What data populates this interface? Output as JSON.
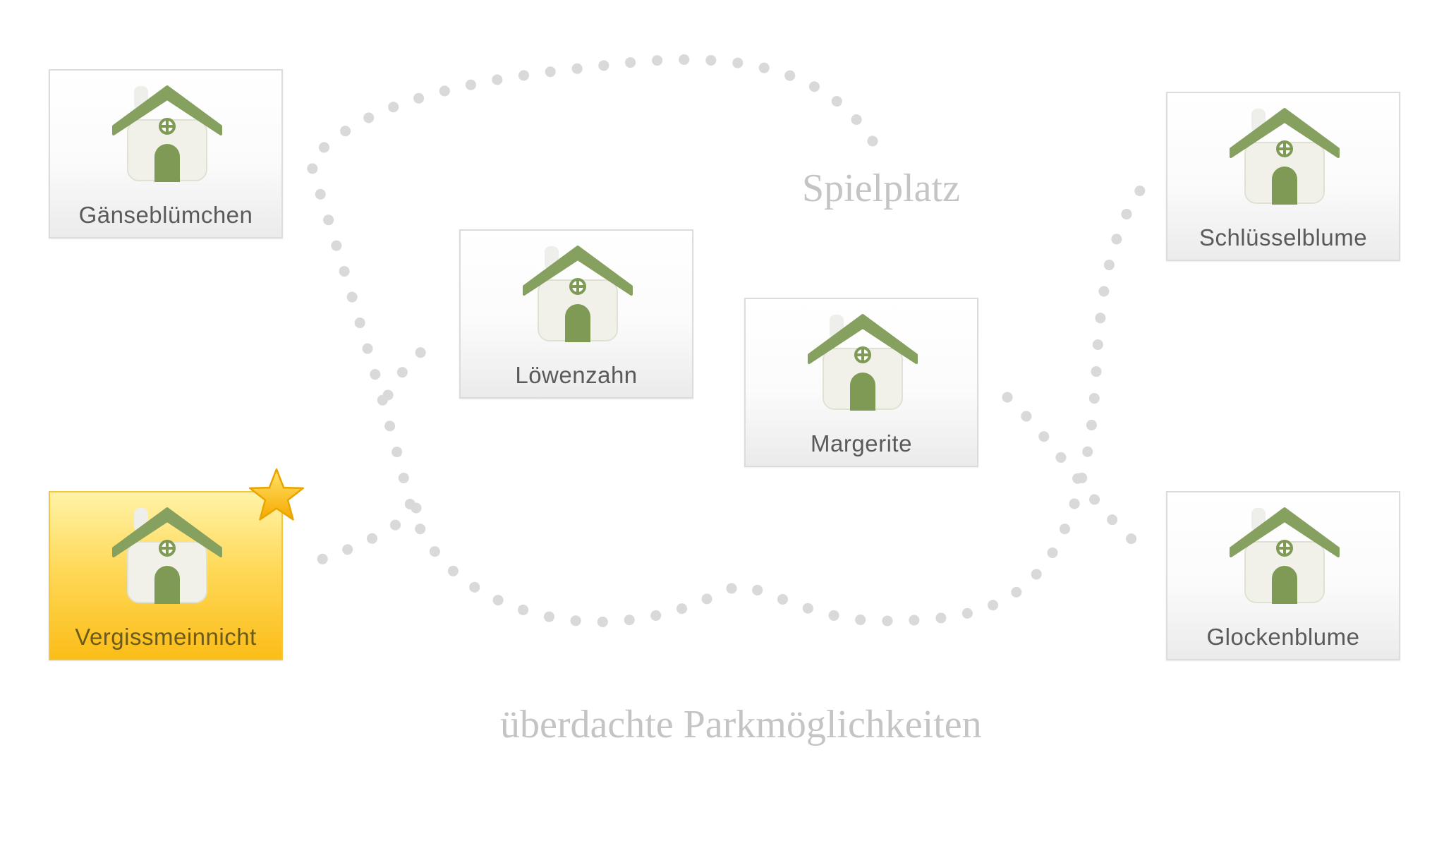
{
  "houses": [
    {
      "name": "Gänseblümchen",
      "selected": false
    },
    {
      "name": "Löwenzahn",
      "selected": false
    },
    {
      "name": "Margerite",
      "selected": false
    },
    {
      "name": "Schlüsselblume",
      "selected": false
    },
    {
      "name": "Vergissmeinnicht",
      "selected": true
    },
    {
      "name": "Glockenblume",
      "selected": false
    }
  ],
  "areas": {
    "playground": "Spielplatz",
    "parking": "überdachte Parkmöglichkeiten"
  },
  "colors": {
    "roof": "#86a05f",
    "door": "#7f9a55",
    "selected_tile": "#fbbd18",
    "star": "#ffc61e",
    "path_dots": "#d9d9d9",
    "area_label": "#c4c4c4"
  },
  "icons": {
    "house": "house-icon",
    "favorite": "star-icon"
  }
}
